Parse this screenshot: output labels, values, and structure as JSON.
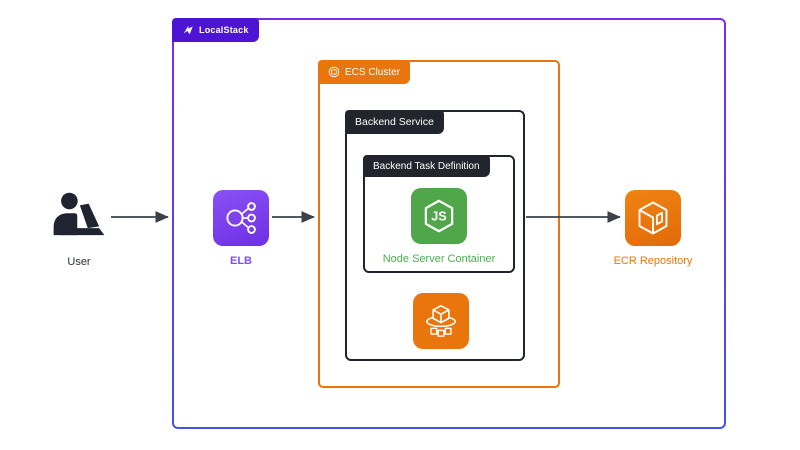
{
  "diagram": {
    "localstack": {
      "label": "LocalStack",
      "tab_color": "#4d15d3",
      "border_gradient": [
        "#7b2be8",
        "#4653e2"
      ],
      "icon": "localstack-logo-icon"
    },
    "ecs_cluster": {
      "label": "ECS Cluster",
      "color": "#e8760c",
      "icon": "ecs-cluster-icon"
    },
    "backend_service": {
      "label": "Backend Service",
      "color": "#22252e"
    },
    "task_definition": {
      "label": "Backend Task Definition",
      "color": "#22252e"
    },
    "nodes": {
      "user": {
        "label": "User",
        "label_color": "#2b2f38",
        "icon": "user-at-laptop-icon"
      },
      "elb": {
        "label": "ELB",
        "label_color": "#7c4dff",
        "icon_color": "#7b45f0",
        "icon": "elastic-load-balancer-icon"
      },
      "node_container": {
        "label": "Node Server Container",
        "label_color": "#4caf50",
        "icon_color": "#4fa74a",
        "icon": "nodejs-icon"
      },
      "ecs_service": {
        "icon_color": "#e8760c",
        "icon": "ecs-service-icon"
      },
      "ecr": {
        "label": "ECR Repository",
        "label_color": "#e8760c",
        "icon_color": "#e8760c",
        "icon": "ecr-repository-icon"
      }
    },
    "arrows": [
      {
        "from": "user",
        "to": "localstack-boundary"
      },
      {
        "from": "elb",
        "to": "ecs-cluster"
      },
      {
        "from": "backend-service",
        "to": "ecr-repository"
      }
    ],
    "arrow_color": "#3c4049"
  }
}
